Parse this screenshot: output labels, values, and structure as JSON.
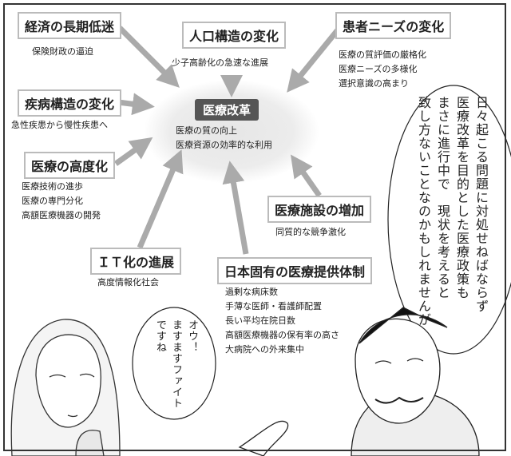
{
  "center": {
    "title": "医療改革",
    "lines": [
      "医療の質の向上",
      "医療資源の効率的な利用"
    ]
  },
  "factors": [
    {
      "title": "経済の長期低迷",
      "details": [
        "保険財政の逼迫"
      ]
    },
    {
      "title": "人口構造の変化",
      "details": [
        "少子高齢化の急速な進展"
      ]
    },
    {
      "title": "患者ニーズの変化",
      "details": [
        "医療の質評価の厳格化",
        "医療ニーズの多様化",
        "選択意識の高まり"
      ]
    },
    {
      "title": "疾病構造の変化",
      "details": [
        "急性疾患から慢性疾患へ"
      ]
    },
    {
      "title": "医療の高度化",
      "details": [
        "医療技術の進歩",
        "医療の専門分化",
        "高額医療機器の開発"
      ]
    },
    {
      "title": "ＩＴ化の進展",
      "details": [
        "高度情報化社会"
      ]
    },
    {
      "title": "医療施設の増加",
      "details": [
        "同質的な競争激化"
      ]
    },
    {
      "title": "日本固有の医療提供体制",
      "details": [
        "過剰な病床数",
        "手薄な医師・看護師配置",
        "長い平均在院日数",
        "高額医療機器の保有率の高さ",
        "大病院への外来集中"
      ]
    }
  ],
  "speech_man": [
    "日々起こる問題に対処せねばならず",
    "医療改革を目的とした医療政策も",
    "まさに進行中で　現状を考えると",
    "致し方ないことなのかもしれませんが"
  ],
  "speech_woman": [
    "オウ！",
    "ますますファイト",
    "ですね"
  ]
}
